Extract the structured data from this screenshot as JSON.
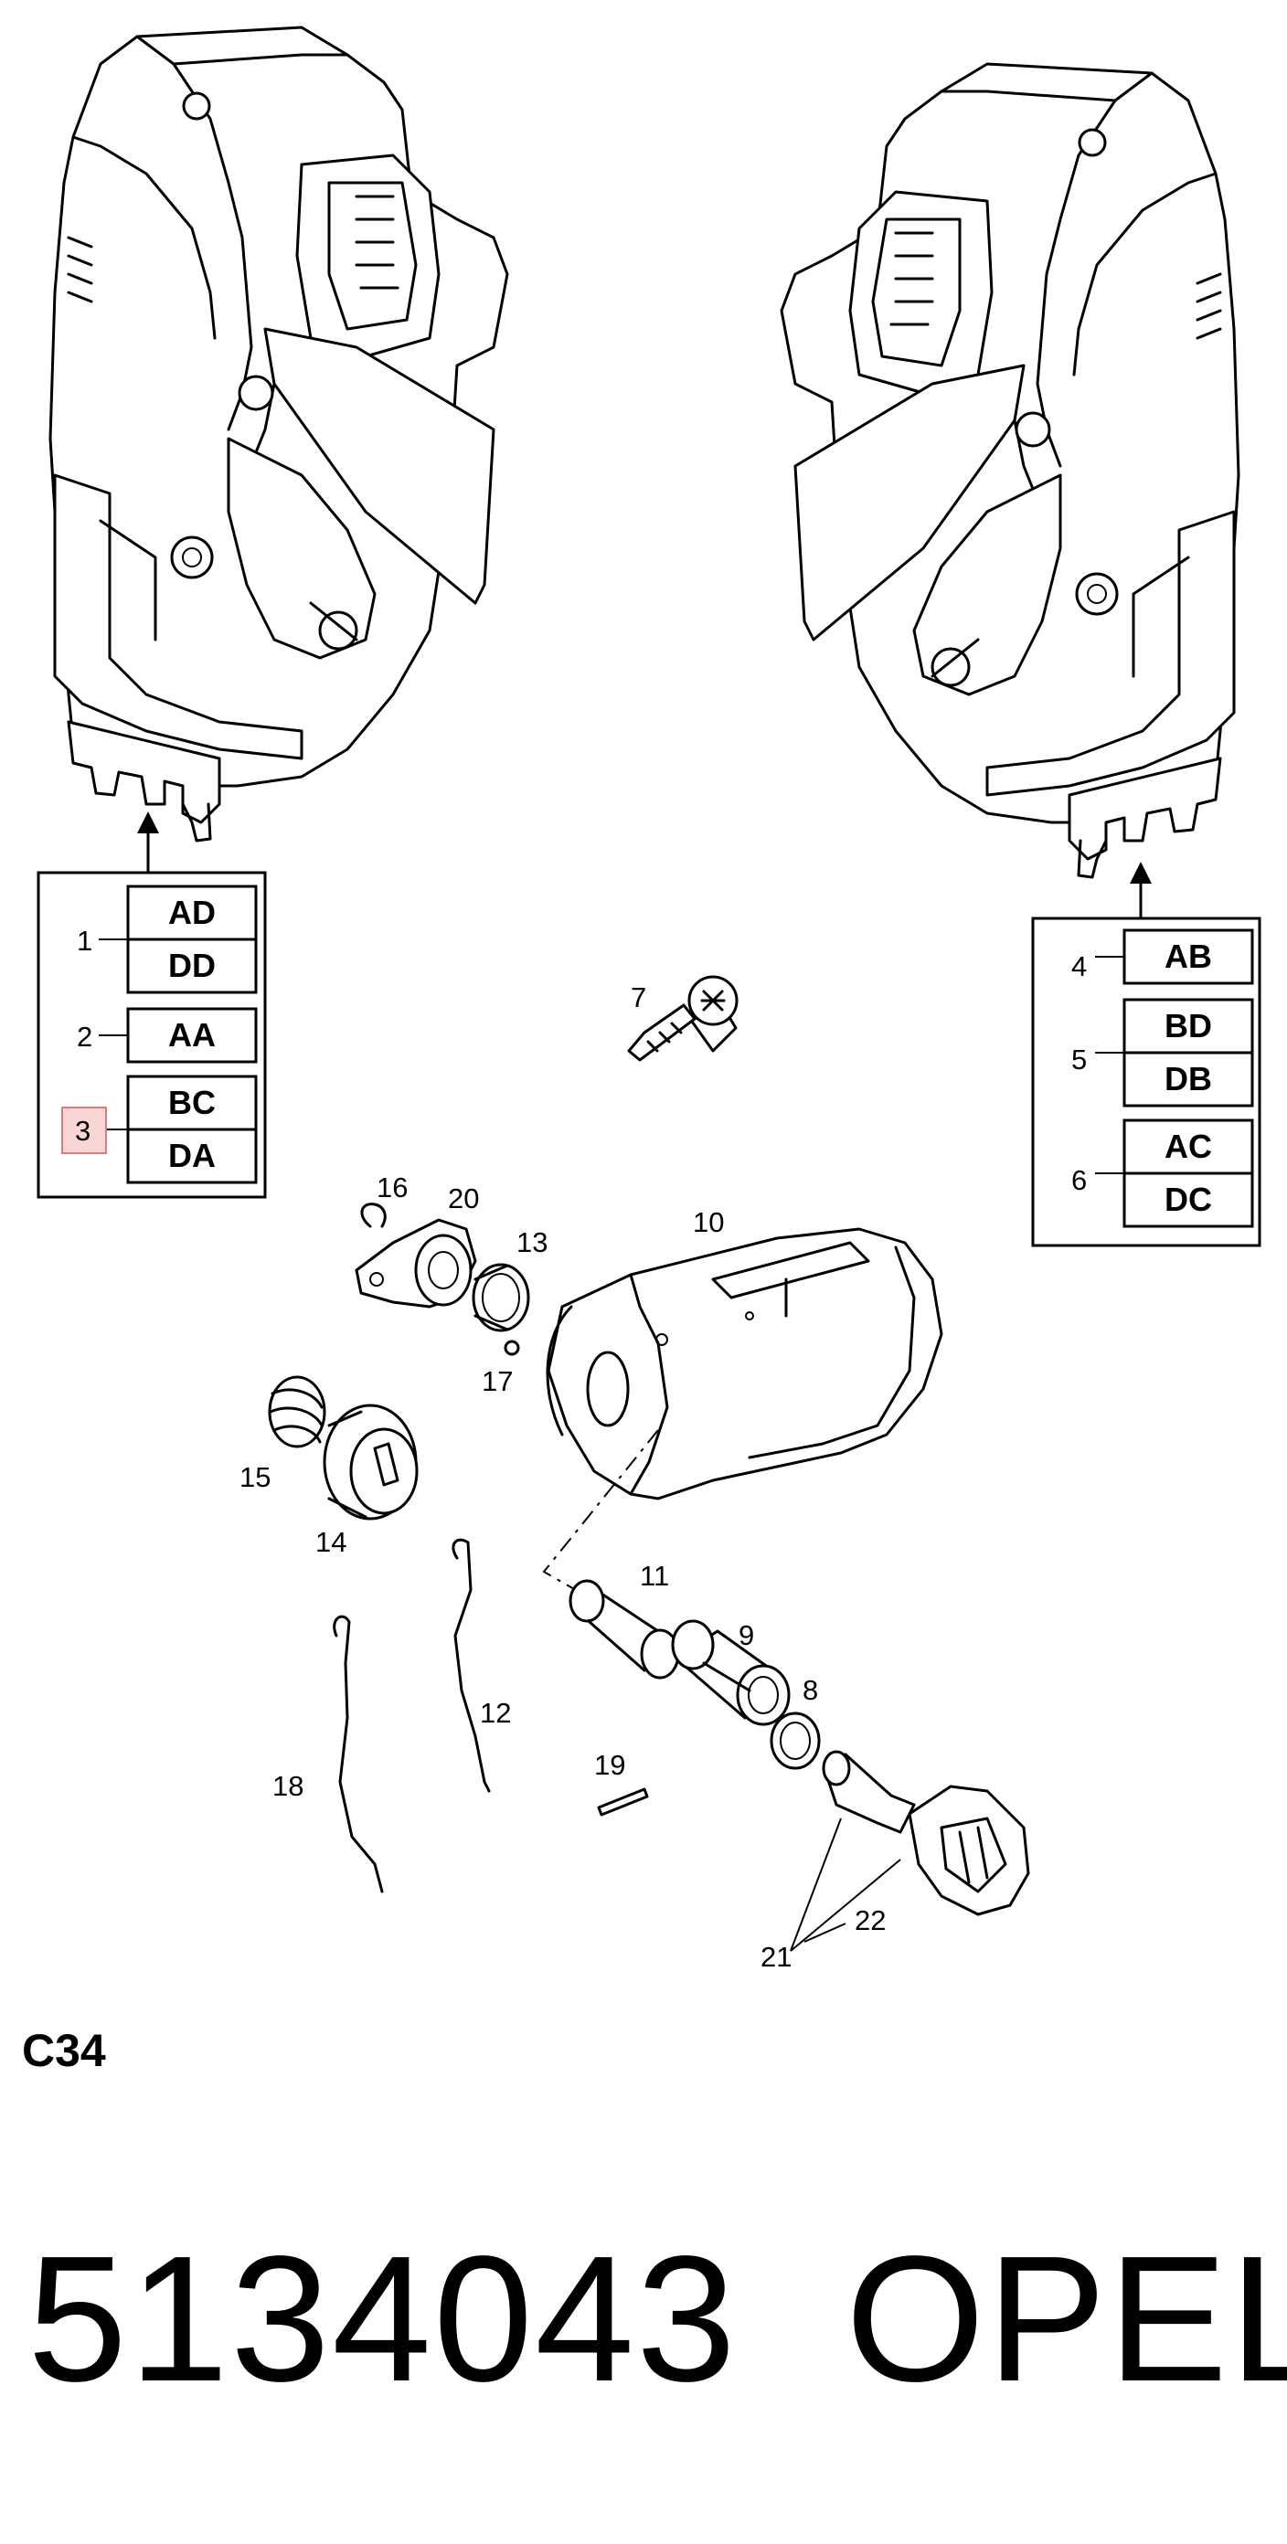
{
  "diagram": {
    "left_codes": [
      {
        "callout": "1",
        "codes": [
          "AD",
          "DD"
        ]
      },
      {
        "callout": "2",
        "codes": [
          "AA"
        ]
      },
      {
        "callout": "3",
        "codes": [
          "BC",
          "DA"
        ],
        "highlighted": true
      }
    ],
    "right_codes": [
      {
        "callout": "4",
        "codes": [
          "AB"
        ]
      },
      {
        "callout": "5",
        "codes": [
          "BD",
          "DB"
        ]
      },
      {
        "callout": "6",
        "codes": [
          "AC",
          "DC"
        ]
      }
    ],
    "parts": [
      "7",
      "8",
      "9",
      "10",
      "11",
      "12",
      "13",
      "14",
      "15",
      "16",
      "17",
      "18",
      "19",
      "20",
      "21",
      "22"
    ],
    "highlight_color": "#f9d6d6"
  },
  "section_code": "C34",
  "part_number": "5134043",
  "brand": "OPEL"
}
